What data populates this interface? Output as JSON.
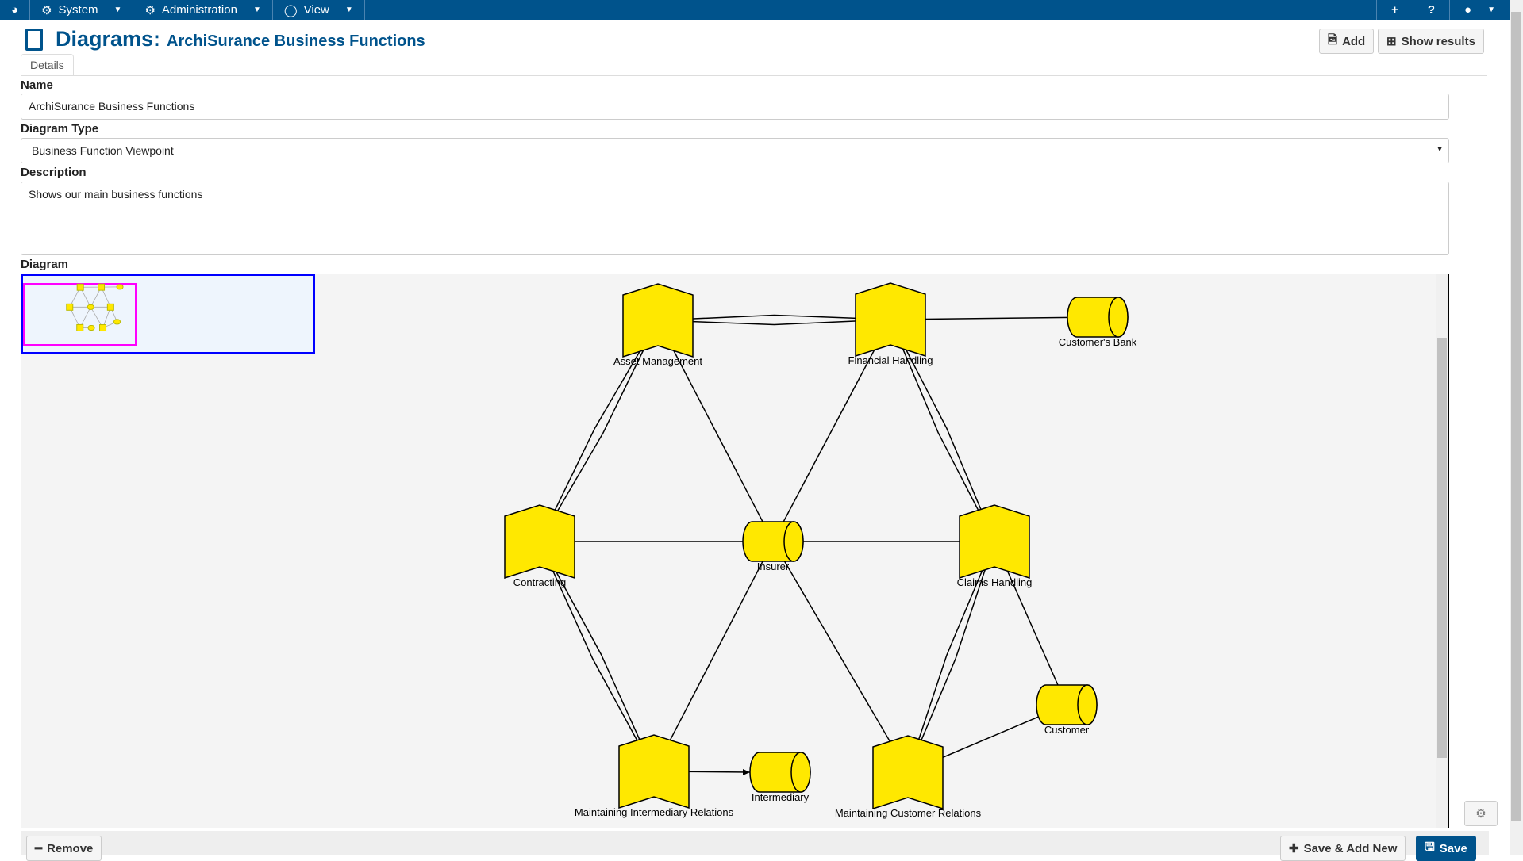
{
  "nav": {
    "dashboard_icon": "dashboard-icon",
    "items": [
      {
        "label": "System",
        "icon": "cogs-icon"
      },
      {
        "label": "Administration",
        "icon": "gear-icon"
      },
      {
        "label": "View",
        "icon": "circle-icon"
      }
    ],
    "right": [
      "plus-icon",
      "help-icon",
      "user-icon"
    ],
    "plus": "+",
    "help": "?"
  },
  "header": {
    "title": "Diagrams:",
    "subtitle": "ArchiSurance Business Functions",
    "add_label": "Add",
    "show_results_label": "Show results"
  },
  "tabs": [
    {
      "label": "Details"
    }
  ],
  "form": {
    "name_label": "Name",
    "name_value": "ArchiSurance Business Functions",
    "type_label": "Diagram Type",
    "type_value": "Business Function Viewpoint",
    "description_label": "Description",
    "description_value": "Shows our main business functions",
    "diagram_label": "Diagram"
  },
  "diagram": {
    "nodes": [
      {
        "id": "am",
        "label": "Asset Management",
        "kind": "function"
      },
      {
        "id": "fh",
        "label": "Financial Handling",
        "kind": "function"
      },
      {
        "id": "cb",
        "label": "Customer's Bank",
        "kind": "role"
      },
      {
        "id": "co",
        "label": "Contracting",
        "kind": "function"
      },
      {
        "id": "in",
        "label": "Insurer",
        "kind": "role"
      },
      {
        "id": "ch",
        "label": "Claims Handling",
        "kind": "function"
      },
      {
        "id": "cu",
        "label": "Customer",
        "kind": "role"
      },
      {
        "id": "mir",
        "label": "Maintaining Intermediary Relations",
        "kind": "function"
      },
      {
        "id": "it",
        "label": "Intermediary",
        "kind": "role"
      },
      {
        "id": "mcr",
        "label": "Maintaining Customer Relations",
        "kind": "function"
      }
    ],
    "edges": [
      [
        "am",
        "fh",
        true
      ],
      [
        "fh",
        "cb"
      ],
      [
        "am",
        "co",
        true
      ],
      [
        "am",
        "in"
      ],
      [
        "fh",
        "in"
      ],
      [
        "fh",
        "ch",
        true
      ],
      [
        "co",
        "in"
      ],
      [
        "in",
        "ch"
      ],
      [
        "co",
        "mir",
        true
      ],
      [
        "in",
        "mir"
      ],
      [
        "in",
        "mcr"
      ],
      [
        "ch",
        "mcr",
        true
      ],
      [
        "ch",
        "cu"
      ],
      [
        "cu",
        "mcr"
      ],
      [
        "mir",
        "it",
        false,
        true
      ]
    ],
    "fill": "#ffe800"
  },
  "footer": {
    "remove_label": "Remove",
    "save_add_new_label": "Save & Add New",
    "save_label": "Save"
  },
  "colors": {
    "brand": "#00538c"
  }
}
